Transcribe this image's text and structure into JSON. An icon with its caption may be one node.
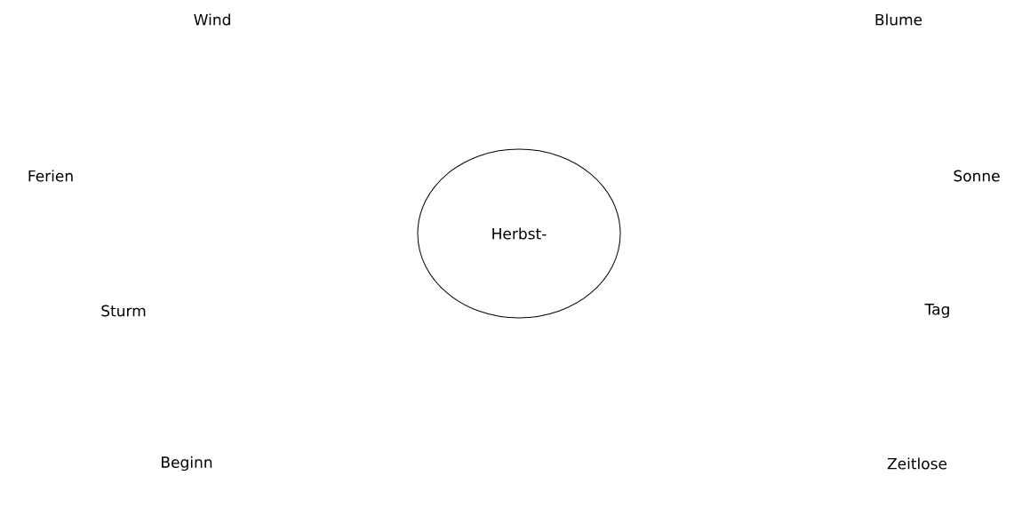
{
  "diagram": {
    "nodes": [
      {
        "text": [
          "Herbst-"
        ]
      }
    ],
    "labels": [
      "Wind",
      "Blume",
      "Ferien",
      "Sonne",
      "Sturm",
      "Tag",
      "Beginn",
      "Zeitlose"
    ]
  }
}
